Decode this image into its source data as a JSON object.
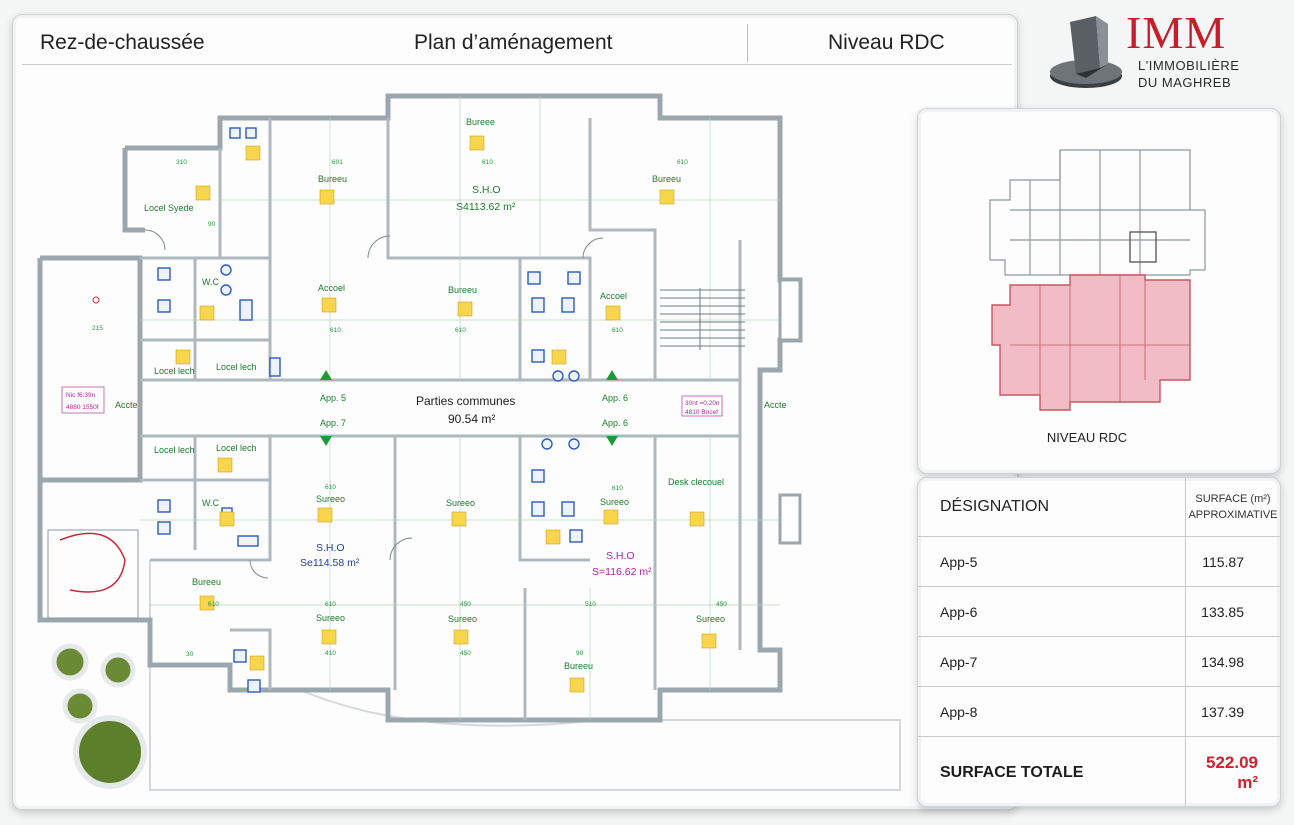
{
  "header": {
    "left": "Rez-de-chaussée",
    "center": "Plan d’aménagement",
    "right": "Niveau RDC"
  },
  "brand": {
    "name": "IMM",
    "line1": "L'IMMOBILIÈRE",
    "line2": "DU MAGHREB",
    "color": "#c61f2b"
  },
  "key_plan": {
    "caption": "NIVEAU RDC",
    "highlight_color": "#f2bcc6"
  },
  "plan": {
    "sho_top": "S.H.O",
    "sho_top_area": "S4113.62 m²",
    "sho_left": "S.H.O",
    "sho_left_area": "Se114.58 m²",
    "sho_right": "S.H.O",
    "sho_right_area": "S=116.62 m²",
    "commons": "Parties communes",
    "commons_area": "90.54 m²",
    "labels": {
      "bureau_top": "Bureee",
      "bureau_l": "Bureeu",
      "bureau_r": "Bureeu",
      "local_syndic": "Locel Syede",
      "wc1": "W.C",
      "wc2": "W.C",
      "accueil1": "Accoel",
      "bureau_mid": "Bureeu",
      "accueil2": "Accoel",
      "local_tech1": "Locel lech",
      "local_tech2": "Locel lech",
      "local_tech3": "Locel lech",
      "local_tech4": "Locel lech",
      "app5": "App. 5",
      "app6a": "App. 6",
      "app7": "App. 7",
      "app6b": "App. 6",
      "acces_l": "Accte",
      "acces_r": "Accte",
      "sureau1": "Sureeo",
      "sureau2": "Sureeo",
      "sureau3": "Sureeo",
      "desk": "Desk clecouel",
      "bureau_bl": "Bureeu",
      "sureau4": "Sureeo",
      "sureau5": "Sureeo",
      "sureau6": "Sureeo",
      "bureau_bc": "Bureeu",
      "tag_left1": "Nic f6:39n",
      "tag_left2": "4880 1550f",
      "tag_right1": "30nt =0.20n",
      "tag_right2": "4810 Bocef"
    },
    "dims": [
      "310",
      "601",
      "610",
      "610",
      "215",
      "610",
      "610",
      "610",
      "610",
      "450",
      "450",
      "510",
      "450",
      "410",
      "610",
      "30",
      "90",
      "610",
      "90",
      "610"
    ]
  },
  "table": {
    "header_designation": "DÉSIGNATION",
    "header_surface_1": "SURFACE  (m²)",
    "header_surface_2": "APPROXIMATIVE",
    "rows": [
      {
        "name": "App-5",
        "value": "115.87"
      },
      {
        "name": "App-6",
        "value": "133.85"
      },
      {
        "name": "App-7",
        "value": "134.98"
      },
      {
        "name": "App-8",
        "value": "137.39"
      }
    ],
    "total_label": "SURFACE TOTALE",
    "total_value": "522.09 m²",
    "total_color": "#d2202d"
  }
}
